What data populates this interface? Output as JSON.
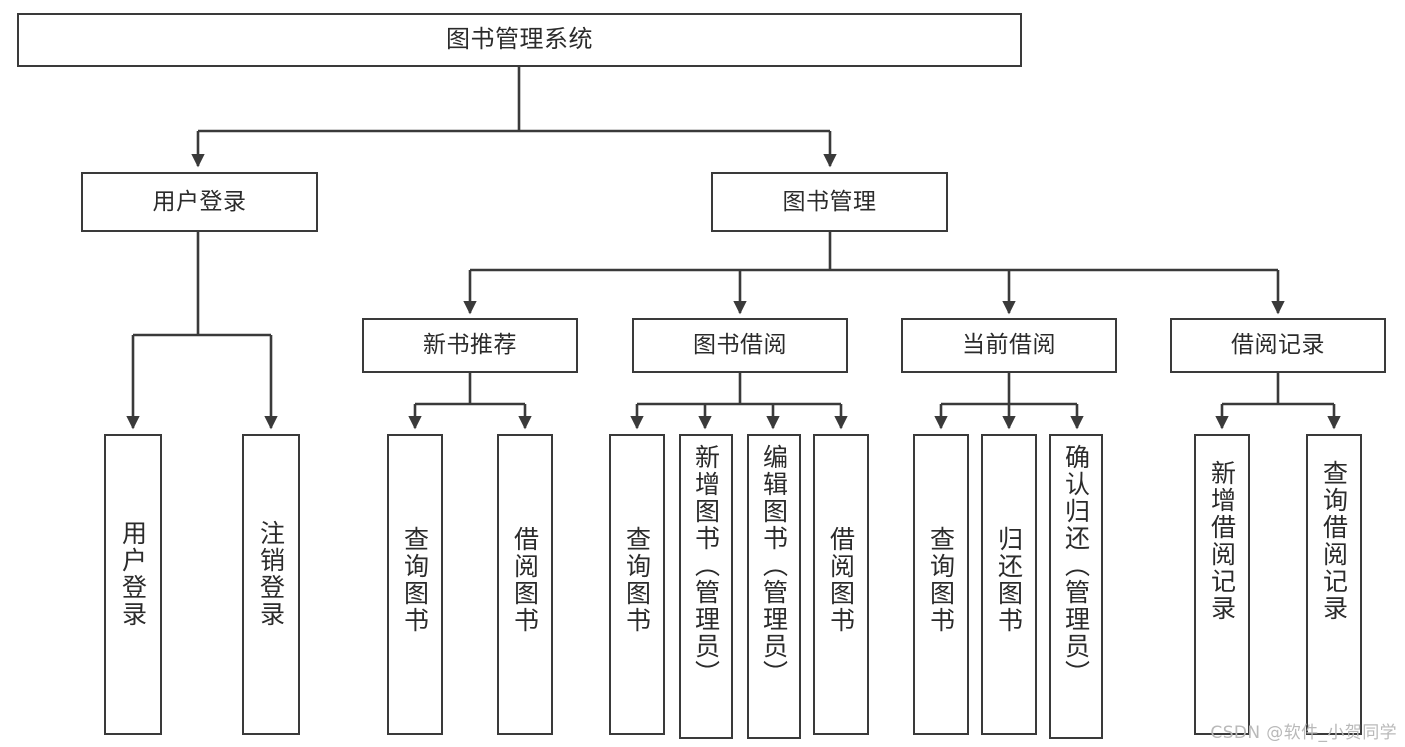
{
  "diagram": {
    "title": "图书管理系统",
    "type": "hierarchy-tree",
    "stroke_color": "#3a3a3a",
    "fill_color": "#ffffff",
    "text_color": "#2b2b2b",
    "watermark": "CSDN @软件_小贺同学",
    "levels": {
      "root": {
        "label": "图书管理系统"
      },
      "level2": [
        {
          "id": "user-login",
          "label": "用户登录"
        },
        {
          "id": "book-management",
          "label": "图书管理"
        }
      ],
      "level3": [
        {
          "id": "new-book-recommend",
          "label": "新书推荐",
          "parent": "book-management"
        },
        {
          "id": "book-borrow",
          "label": "图书借阅",
          "parent": "book-management"
        },
        {
          "id": "current-borrow",
          "label": "当前借阅",
          "parent": "book-management"
        },
        {
          "id": "borrow-record",
          "label": "借阅记录",
          "parent": "book-management"
        }
      ],
      "leaves": [
        {
          "id": "leaf-user-login",
          "label": "用户登录",
          "parent": "user-login"
        },
        {
          "id": "leaf-logout-login",
          "label": "注销登录",
          "parent": "user-login"
        },
        {
          "id": "leaf-query-book-1",
          "label": "查询图书",
          "parent": "new-book-recommend"
        },
        {
          "id": "leaf-borrow-book-1",
          "label": "借阅图书",
          "parent": "new-book-recommend"
        },
        {
          "id": "leaf-query-book-2",
          "label": "查询图书",
          "parent": "book-borrow"
        },
        {
          "id": "leaf-add-book",
          "label": "新增图书（管理员）",
          "parent": "book-borrow"
        },
        {
          "id": "leaf-edit-book",
          "label": "编辑图书（管理员）",
          "parent": "book-borrow"
        },
        {
          "id": "leaf-borrow-book-2",
          "label": "借阅图书",
          "parent": "book-borrow"
        },
        {
          "id": "leaf-query-book-3",
          "label": "查询图书",
          "parent": "current-borrow"
        },
        {
          "id": "leaf-return-book",
          "label": "归还图书",
          "parent": "current-borrow"
        },
        {
          "id": "leaf-confirm-return",
          "label": "确认归还（管理员）",
          "parent": "current-borrow"
        },
        {
          "id": "leaf-add-record",
          "label": "新增借阅记录",
          "parent": "borrow-record"
        },
        {
          "id": "leaf-query-record",
          "label": "查询借阅记录",
          "parent": "borrow-record"
        }
      ]
    }
  }
}
